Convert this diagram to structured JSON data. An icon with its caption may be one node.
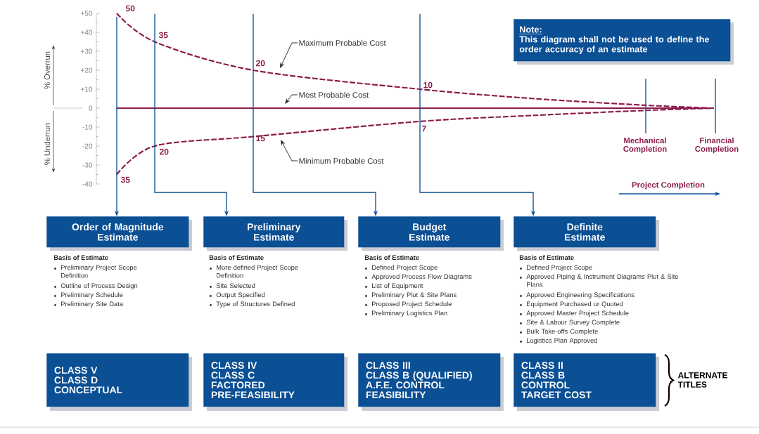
{
  "diagram": {
    "nodes": [
      {
        "text": [
          "Order of Magnitude Estimate"
        ]
      },
      {
        "text": [
          "Preliminary Estimate"
        ]
      },
      {
        "text": [
          "Budget Estimate"
        ]
      },
      {
        "text": [
          "Definite Estimate"
        ]
      },
      {
        "text": [
          "CLASS V",
          "CLASS D",
          "CONCEPTUAL"
        ]
      },
      {
        "text": [
          "CLASS IV",
          "CLASS C",
          "FACTORED",
          "PRE-FEASIBILITY"
        ]
      },
      {
        "text": [
          "CLASS III",
          "CLASS B (QUALIFIED)",
          "A.F.E. CONTROL",
          "FEASIBILITY"
        ]
      },
      {
        "text": [
          "CLASS II",
          "CLASS B",
          "CONTROL",
          "TARGET COST"
        ]
      },
      {
        "text": [
          "Note:",
          "This diagram shall not be used to define the order accuracy of an estimate"
        ]
      },
      {
        "text": [
          "Maximum Probable Cost"
        ]
      },
      {
        "text": [
          "Most Probable Cost"
        ]
      },
      {
        "text": [
          "Minimum Probable Cost"
        ]
      }
    ],
    "edges": [
      {
        "from": null,
        "to": 0,
        "arrow": "to"
      },
      {
        "from": null,
        "to": 1,
        "arrow": "to"
      },
      {
        "from": null,
        "to": 2,
        "arrow": "to"
      },
      {
        "from": null,
        "to": 3,
        "arrow": "to"
      },
      {
        "from": 9,
        "to": null,
        "arrow": "to",
        "color": "#222222"
      },
      {
        "from": 10,
        "to": null,
        "arrow": "to",
        "color": "#222222"
      },
      {
        "from": 11,
        "to": null,
        "arrow": "to",
        "color": "#222222"
      }
    ],
    "labels": [
      "+50",
      "+40",
      "+30",
      "+20",
      "+10",
      "0",
      "-10",
      "-20",
      "-30",
      "-40",
      "% Overrun",
      "% Underrun",
      "50",
      "35",
      "20",
      "10",
      "15",
      "7",
      "20",
      "35",
      "Mechanical Completion",
      "Financial Completion",
      "Project Completion",
      "Basis of Estimate",
      "Preliminary Project Scope Definition",
      "Outline of Process Design",
      "Preliminary Schedule",
      "Preliminary Site Data",
      "Basis of Estimate",
      "More defined Project Scope Definition",
      "Site Selected",
      "Output Specified",
      "Type of Structures Defined",
      "Basis of Estimate",
      "Defined Project Scope",
      "Approved Process Flow Diagrams",
      "List of Equipment",
      "Preliminary Plot & Site Plans",
      "Proposed Project Schedule",
      "Preliminary Logistics Plan",
      "Basis of Estimate",
      "Defined Project Scope",
      "Approved Piping & Instrument Diagrams Plot & Site Plans",
      "Approved Engineering Specifications",
      "Equipment Purchased or Quoted",
      "Approved Master Project Schedule",
      "Site & Labour Survey Complete",
      "Bulk Take-offs Complete",
      "Logistics Plan Approved",
      "ALTERNATE TITLES"
    ]
  }
}
